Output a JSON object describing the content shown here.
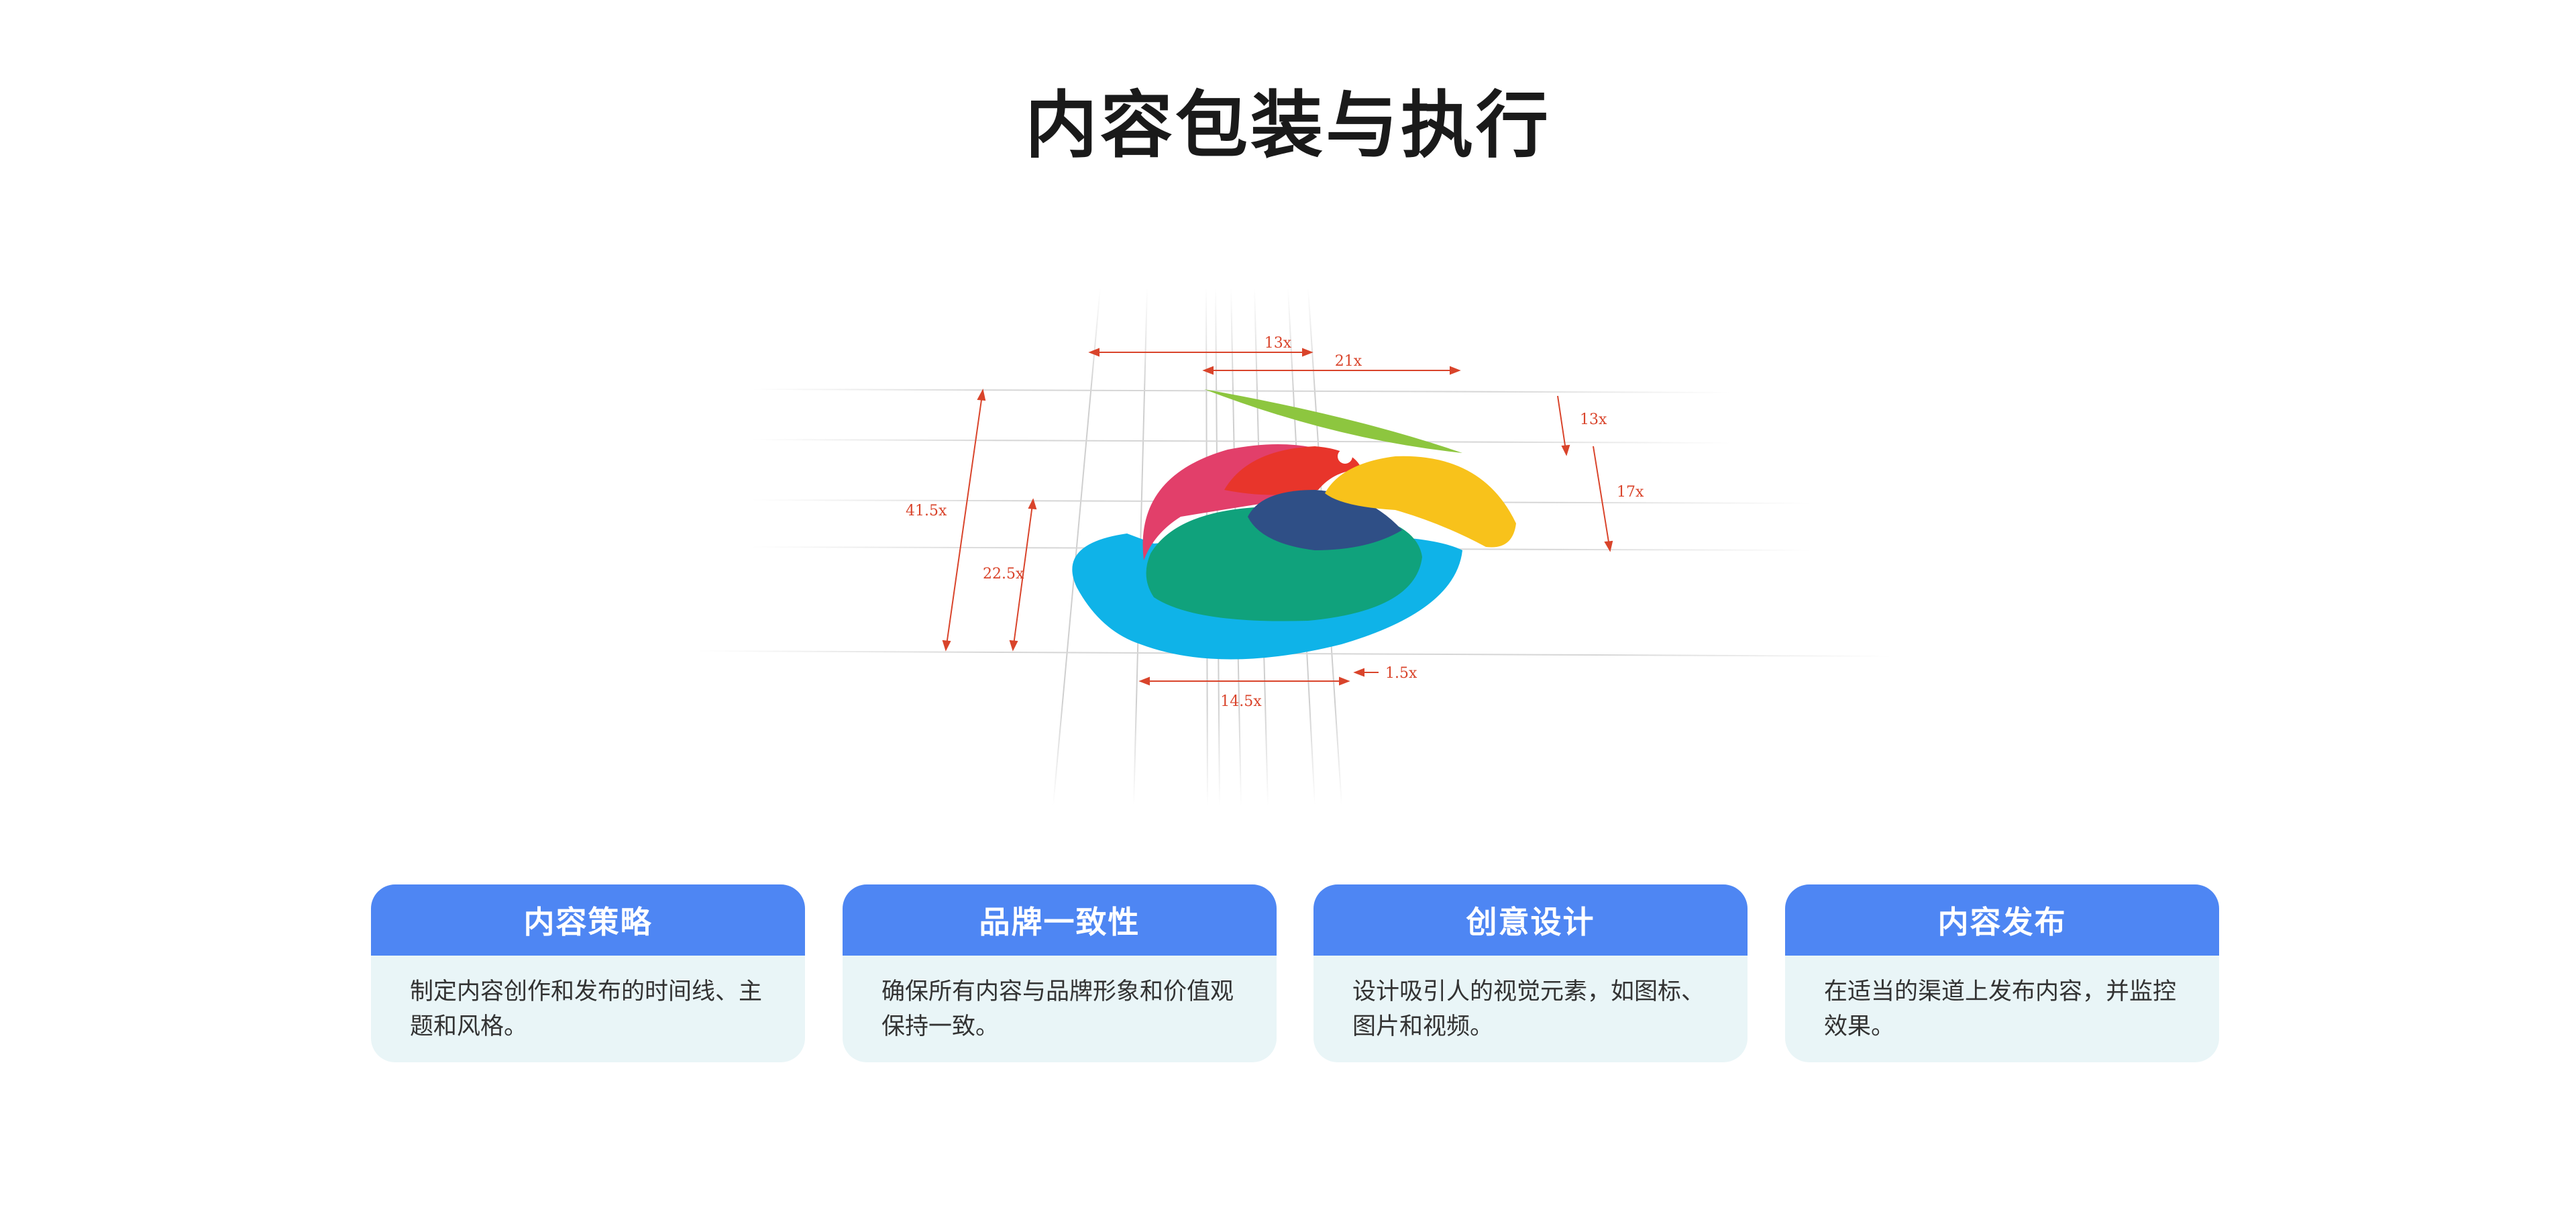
{
  "page": {
    "title": "内容包装与执行"
  },
  "illustration": {
    "icon": "colorful-swirl-logo-with-measurement-guides",
    "measurements": [
      "13x",
      "21x",
      "13x",
      "17x",
      "41.5x",
      "22.5x",
      "14.5x",
      "1.5x"
    ]
  },
  "cards": [
    {
      "title": "内容策略",
      "description": "制定内容创作和发布的时间线、主题和风格。"
    },
    {
      "title": "品牌一致性",
      "description": "确保所有内容与品牌形象和价值观保持一致。"
    },
    {
      "title": "创意设计",
      "description": "设计吸引人的视觉元素，如图标、图片和视频。"
    },
    {
      "title": "内容发布",
      "description": "在适当的渠道上发布内容，并监控效果。"
    }
  ],
  "colors": {
    "card_header": "#4e86f3",
    "card_body": "#e9f5f7",
    "measure_line": "#d9442b",
    "logo_green_leaf": "#8dc63f",
    "logo_red": "#e8352b",
    "logo_pink": "#e23f6a",
    "logo_yellow": "#f8c21b",
    "logo_navy": "#2f4f86",
    "logo_teal": "#10a27c",
    "logo_cyan": "#0fb3e8"
  }
}
